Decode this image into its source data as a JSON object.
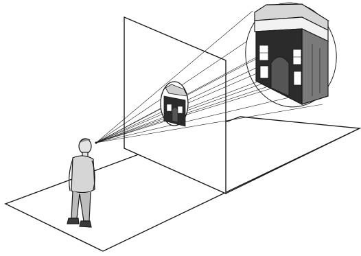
{
  "figure": {
    "colors": {
      "ink": "#1a1a1a",
      "background": "#ffffff",
      "shade_dark": "#2b2b2b",
      "shade_mid": "#7a7a7a",
      "shade_light": "#d6d6d6"
    },
    "elements": {
      "ground_plane": "ground-plane",
      "picture_plane": "picture-plane",
      "viewer": "standing-man",
      "object": "archway-building",
      "projected_image": "archway-image-on-plane",
      "sight_lines": "visual-rays-cone"
    }
  }
}
